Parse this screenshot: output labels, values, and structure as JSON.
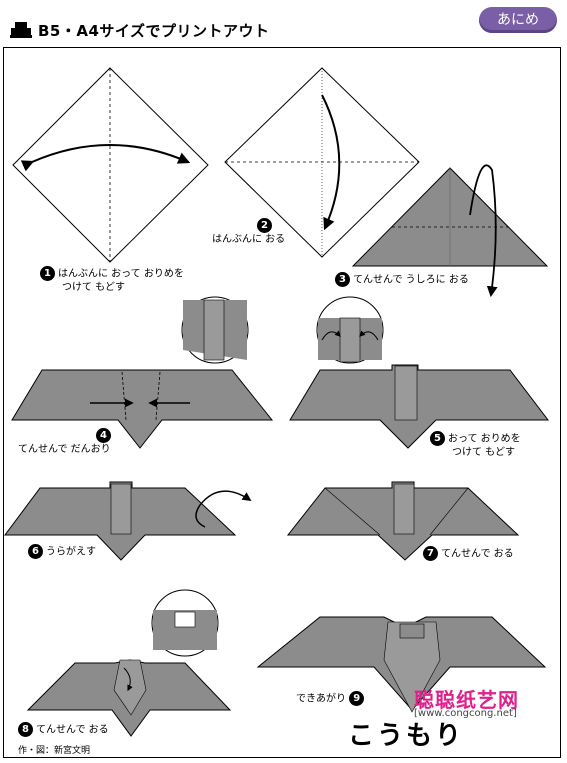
{
  "header": {
    "title": "B5・A4サイズでプリントアウト",
    "anime_button": "あにめ"
  },
  "steps": [
    {
      "num": "1",
      "line1": "はんぶんに おって おりめを",
      "line2": "つけて もどす"
    },
    {
      "num": "2",
      "line1": "はんぶんに おる"
    },
    {
      "num": "3",
      "line1": "てんせんで うしろに おる"
    },
    {
      "num": "4",
      "line1": "てんせんで だんおり"
    },
    {
      "num": "5",
      "line1": "おって おりめを",
      "line2": "つけて もどす"
    },
    {
      "num": "6",
      "line1": "うらがえす"
    },
    {
      "num": "7",
      "line1": "てんせんで おる"
    },
    {
      "num": "8",
      "line1": "てんせんで おる"
    },
    {
      "num": "9",
      "line1": "できあがり"
    }
  ],
  "credit": "作・図：新宮文明",
  "title": "こうもり",
  "watermark": {
    "text": "聪聪纸艺网",
    "url": "[www.congcong.net]"
  },
  "colors": {
    "paper": "#8c8c8c",
    "accent": "#7a5fa6",
    "watermark": "#e0208c"
  }
}
